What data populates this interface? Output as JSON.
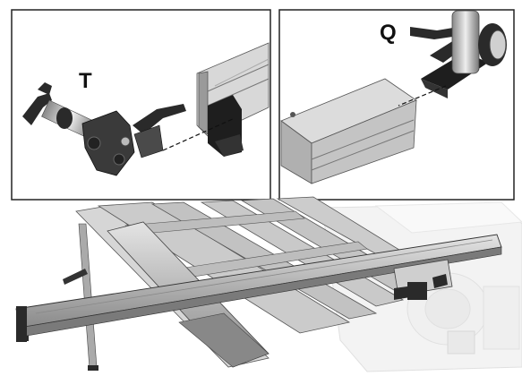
{
  "figure": {
    "panels": [
      {
        "id": "left-detail",
        "label": "T"
      },
      {
        "id": "right-detail",
        "label": "Q"
      },
      {
        "id": "bottom-assembly"
      }
    ],
    "colors": {
      "background": "#ffffff",
      "frame": "#222222",
      "metal": "#b9b9b9",
      "metal_dark": "#6b6b6b",
      "handle": "#2a2a2a",
      "leader": "#111111"
    },
    "icons": [
      "clamp-lever-icon",
      "extrusion-rail-icon",
      "stop-block-icon",
      "table-saw-icon"
    ]
  }
}
